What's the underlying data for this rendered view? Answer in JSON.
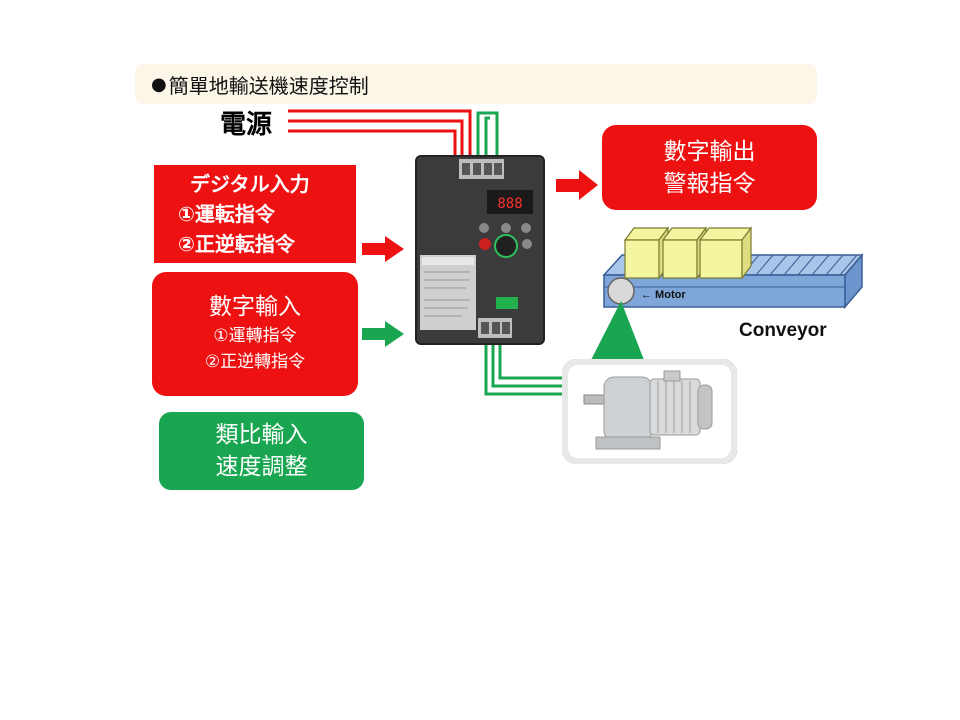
{
  "title": {
    "bullet": "●",
    "text": "簡單地輸送機速度控制"
  },
  "power": {
    "label": "電源"
  },
  "digital_input": {
    "lines": [
      "デジタル入力",
      "①運転指令",
      "②正逆転指令"
    ]
  },
  "numeric_input": {
    "title": "數字輸入",
    "lines": [
      "①運轉指令",
      "②正逆轉指令"
    ]
  },
  "analog_input": {
    "lines": [
      "類比輸入",
      "速度調整"
    ]
  },
  "numeric_output": {
    "lines": [
      "數字輸出",
      "警報指令"
    ]
  },
  "conveyor": {
    "label": "Conveyor",
    "motor_label": "← Motor"
  },
  "colors": {
    "red": "#ee1111",
    "green": "#1aa650",
    "title_bg": "#fbf6e7",
    "box_yellow": "#f4f5a0",
    "belt_blue": "#7ea6d8"
  }
}
